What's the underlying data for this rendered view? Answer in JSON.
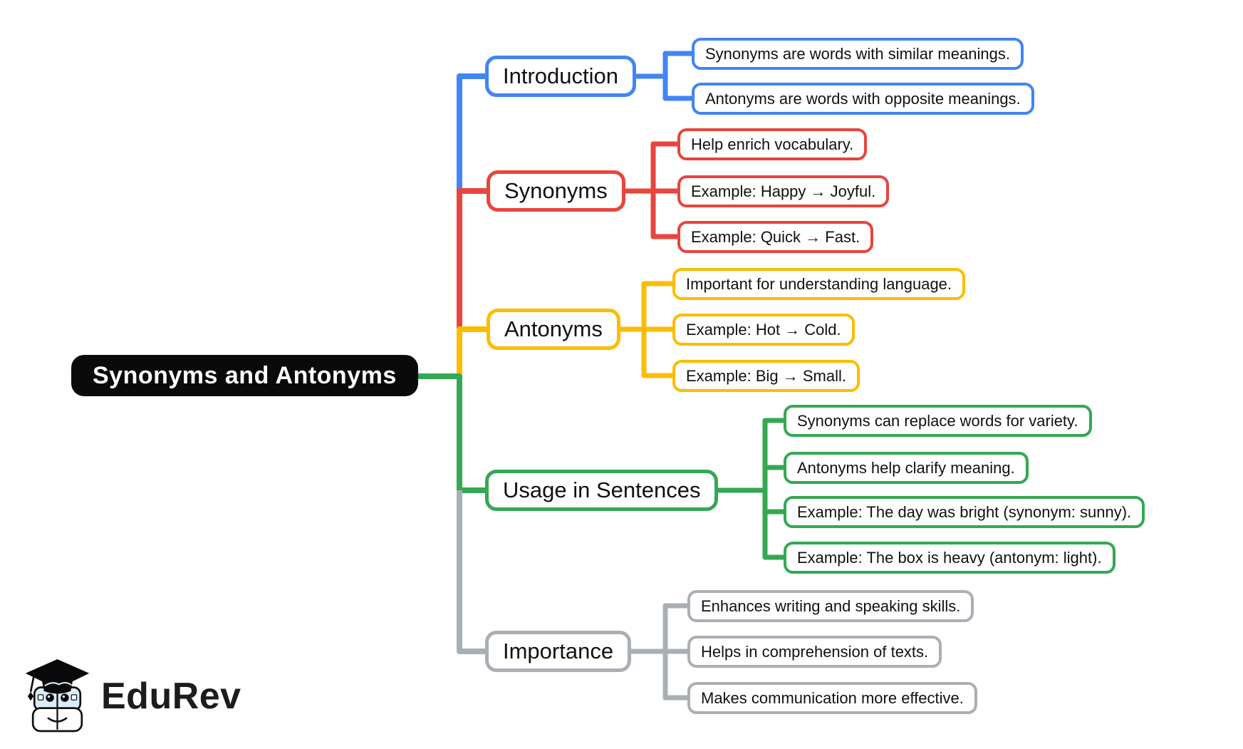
{
  "root": {
    "label": "Synonyms and Antonyms"
  },
  "branches": [
    {
      "label": "Introduction",
      "color": "#4285F4",
      "children": [
        "Synonyms are words with similar meanings.",
        "Antonyms are words with opposite meanings."
      ]
    },
    {
      "label": "Synonyms",
      "color": "#E8453C",
      "children": [
        "Help enrich vocabulary.",
        "Example: Happy → Joyful.",
        "Example: Quick → Fast."
      ]
    },
    {
      "label": "Antonyms",
      "color": "#FBBD00",
      "children": [
        "Important for understanding language.",
        "Example: Hot → Cold.",
        "Example: Big → Small."
      ]
    },
    {
      "label": "Usage in Sentences",
      "color": "#34A853",
      "children": [
        "Synonyms can replace words for variety.",
        "Antonyms help clarify meaning.",
        "Example: The day was bright (synonym: sunny).",
        "Example: The box is heavy (antonym: light)."
      ]
    },
    {
      "label": "Importance",
      "color": "#A9AFB4",
      "children": [
        "Enhances writing and speaking skills.",
        "Helps in comprehension of texts.",
        "Makes communication more effective."
      ]
    }
  ],
  "colors": {
    "root_bg": "#0A0A0A",
    "root_text": "#FFFFFF",
    "canvas_bg": "#FFFFFF"
  },
  "logo": {
    "brand": "EduRev",
    "icon": "edurev-mascot-icon"
  }
}
